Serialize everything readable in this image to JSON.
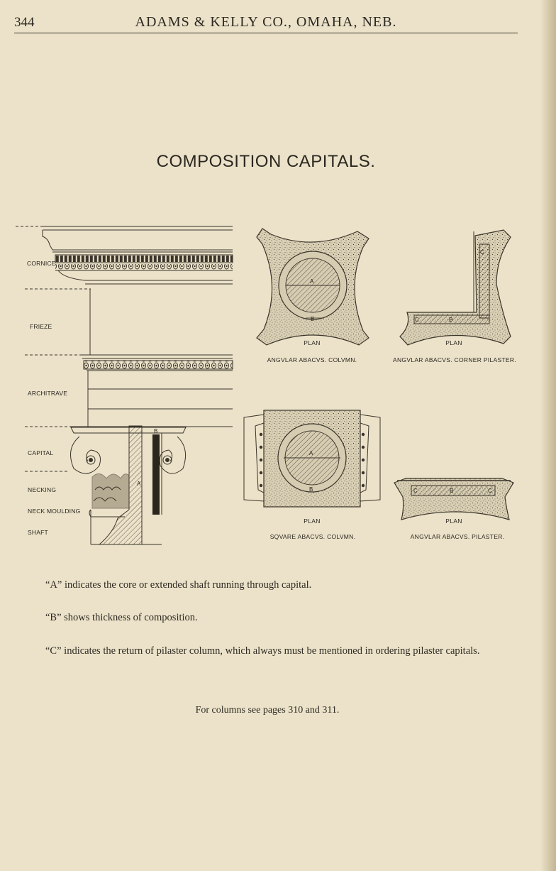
{
  "header": {
    "page_number": "344",
    "running_head": "ADAMS & KELLY CO., OMAHA, NEB."
  },
  "title": "COMPOSITION CAPITALS.",
  "elevation_labels": {
    "cornice": "CORNICE",
    "frieze": "FRIEZE",
    "architrave": "ARCHITRAVE",
    "capital": "CAPITAL",
    "necking": "NECKING",
    "neck_moulding": "NECK MOULDING",
    "shaft": "SHAFT"
  },
  "figures": {
    "angular_column": {
      "plan": "PLAN",
      "caption": "ANGVLAR ABACVS. COLVMN."
    },
    "angular_corner_pilaster": {
      "plan": "PLAN",
      "caption": "ANGVLAR ABACVS. CORNER PILASTER."
    },
    "square_column": {
      "plan": "PLAN",
      "caption": "SQVARE ABACVS. COLVMN."
    },
    "angular_pilaster": {
      "plan": "PLAN",
      "caption": "ANGVLAR ABACVS. PILASTER."
    }
  },
  "marks": {
    "a": "A",
    "b": "B",
    "c": "C"
  },
  "notes": [
    "“A” indicates the core or extended shaft running through capital.",
    "“B” shows thickness of composition.",
    "“C” indicates the return of pilaster column, which always must be mentioned in ordering pilaster capitals."
  ],
  "footer": "For columns see pages 310 and 311."
}
